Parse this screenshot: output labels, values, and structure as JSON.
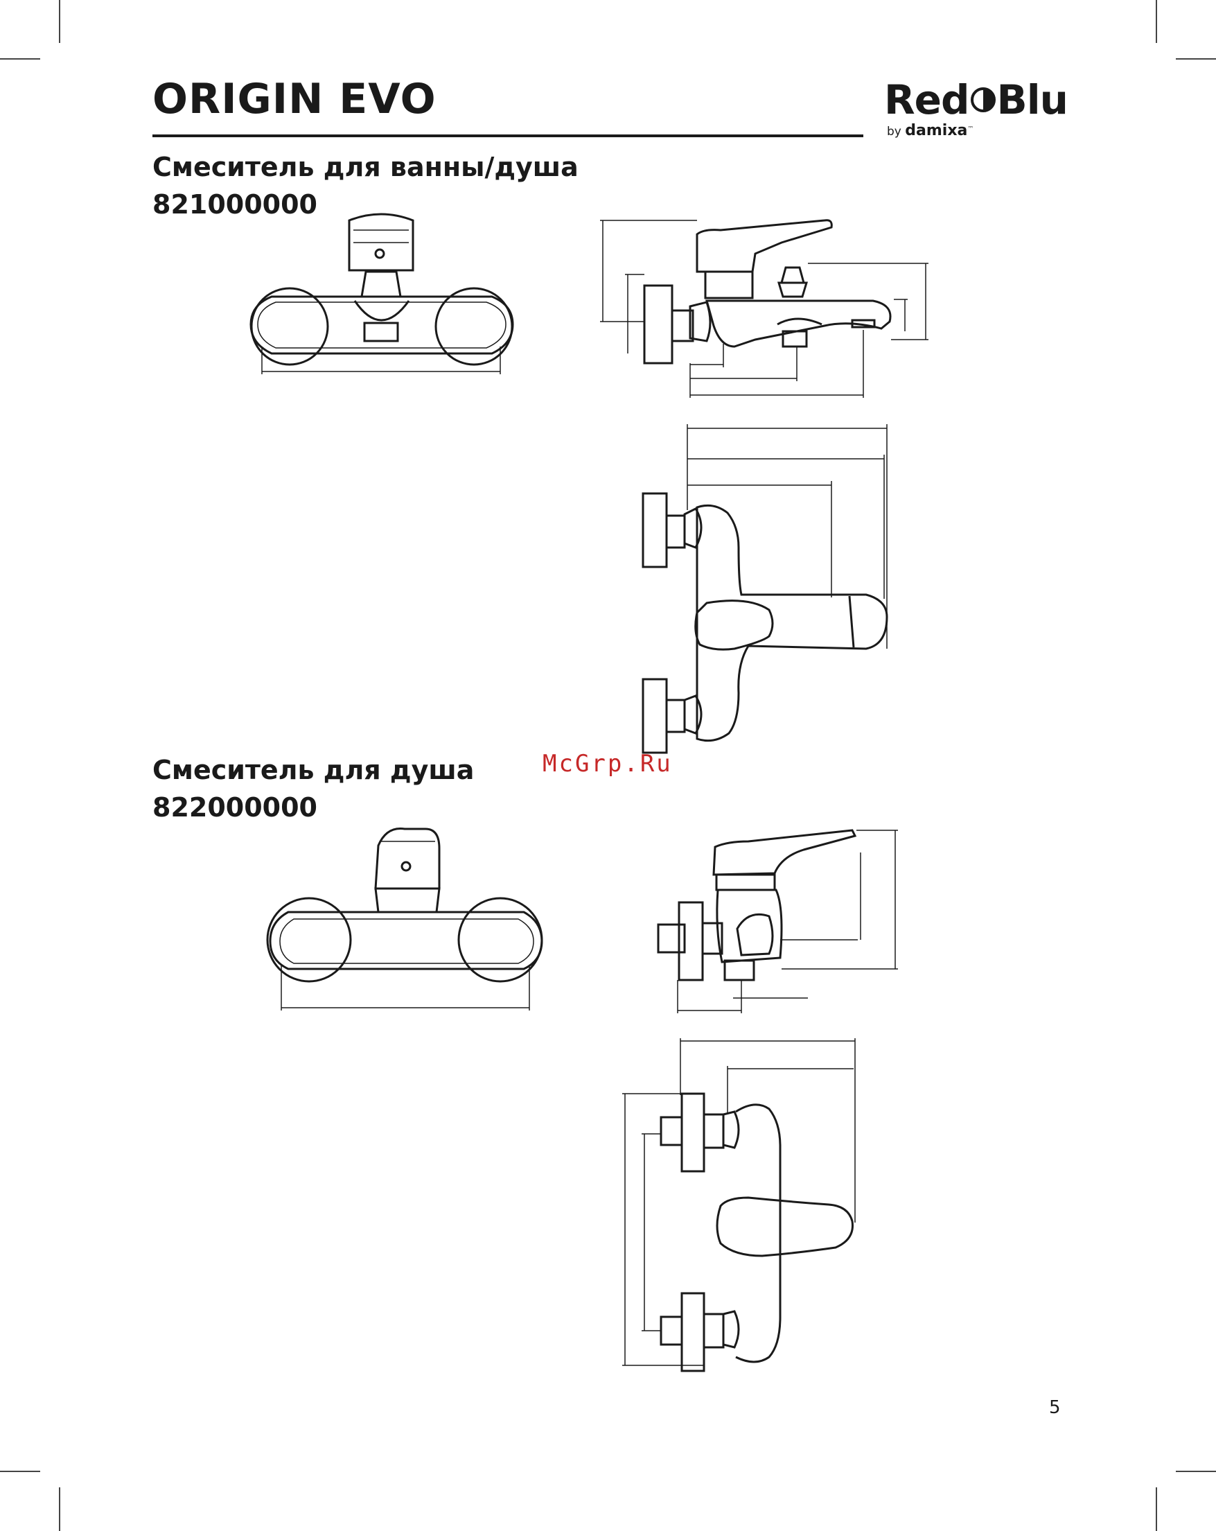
{
  "header": {
    "title": "ORIGIN EVO",
    "logo": {
      "brand_left": "Red",
      "brand_right": "Blu",
      "by": "by",
      "maker": "damixa",
      "tm": "™"
    }
  },
  "sections": [
    {
      "heading": "Смеситель для ванны/душа",
      "code": "821000000",
      "drawing": "bath-shower-mixer-drawing"
    },
    {
      "heading": "Смеситель для душа",
      "code": "822000000",
      "drawing": "shower-mixer-drawing"
    }
  ],
  "watermark": "McGrp.Ru",
  "page_number": "5"
}
